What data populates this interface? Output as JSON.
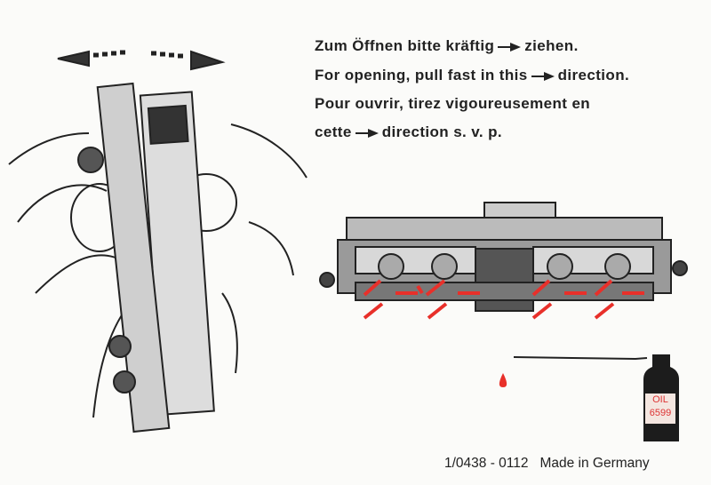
{
  "instructions": [
    {
      "before": "Zum Öffnen bitte kräftig",
      "after": "ziehen."
    },
    {
      "before": "For opening, pull fast in this",
      "after": "direction."
    },
    {
      "before": "Pour ouvrir, tirez  vigoureusement en",
      "after": ""
    },
    {
      "before": "cette",
      "after": "direction  s. v. p."
    }
  ],
  "bottle": {
    "line1": "OIL",
    "line2": "6599"
  },
  "footer": {
    "part_number": "1/0438 - 0112",
    "origin": "Made in Germany"
  },
  "colors": {
    "accent_red": "#e8302a",
    "ink": "#1c1c1c"
  }
}
